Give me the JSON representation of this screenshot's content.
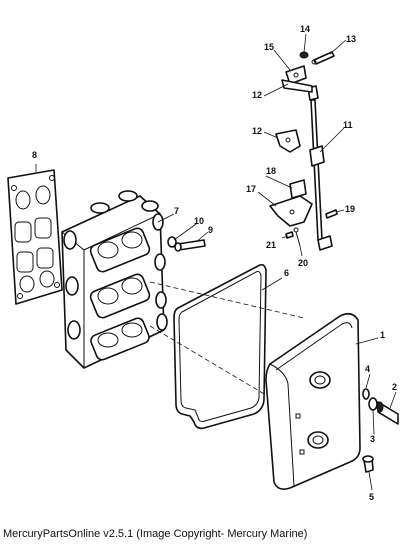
{
  "footer": {
    "text": "MercuryPartsOnline v2.5.1 (Image Copyright- Mercury Marine)"
  },
  "callouts": {
    "c1": "1",
    "c2": "2",
    "c3": "3",
    "c4": "4",
    "c5": "5",
    "c6": "6",
    "c7": "7",
    "c8": "8",
    "c9": "9",
    "c10": "10",
    "c11": "11",
    "c12a": "12",
    "c12b": "12",
    "c13": "13",
    "c14": "14",
    "c15": "15",
    "c17": "17",
    "c18": "18",
    "c19": "19",
    "c20": "20",
    "c21": "21"
  }
}
